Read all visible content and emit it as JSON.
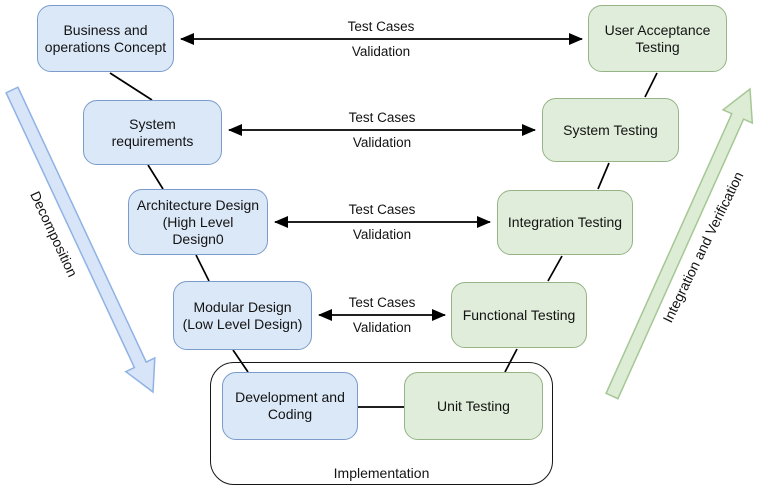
{
  "diagram": {
    "type": "v-model-sdlc",
    "colors": {
      "blue_node_fill": "#dbe8f8",
      "blue_node_border": "#7b9ccb",
      "green_node_fill": "#e0edda",
      "green_node_border": "#96b487",
      "blue_big_arrow_fill": "#d8e5f8",
      "blue_big_arrow_border": "#8fb2e4",
      "green_big_arrow_fill": "#ddecd4",
      "green_big_arrow_border": "#a6c795",
      "line": "#000000"
    },
    "nodes": {
      "business": "Business and\noperations Concept",
      "system_requirements": "System requirements",
      "architecture_design": "Architecture Design\n(High Level Design0",
      "modular_design": "Modular Design\n(Low Level Design)",
      "development": "Development and\nCoding",
      "unit_testing": "Unit Testing",
      "functional_testing": "Functional Testing",
      "integration_testing": "Integration Testing",
      "system_testing": "System Testing",
      "user_acceptance_testing": "User Acceptance\nTesting",
      "implementation": "Implementation"
    },
    "edge_labels": {
      "row1": {
        "top": "Test Cases",
        "bottom": "Validation"
      },
      "row2": {
        "top": "Test Cases",
        "bottom": "Validation"
      },
      "row3": {
        "top": "Test Cases",
        "bottom": "Validation"
      },
      "row4": {
        "top": "Test Cases",
        "bottom": "Validation"
      }
    },
    "side_labels": {
      "left": "Decomposition",
      "right": "Integration and Verification"
    }
  }
}
